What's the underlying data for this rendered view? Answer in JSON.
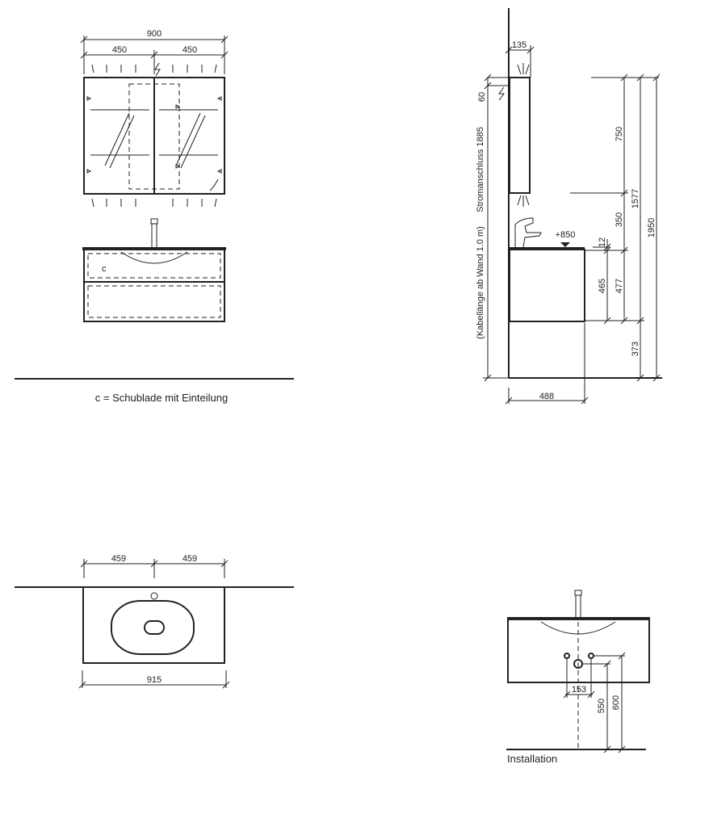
{
  "front_elevation": {
    "width_total": "900",
    "width_left": "450",
    "width_right": "450",
    "drawer_label": "c"
  },
  "legend": {
    "drawer_note": "c = Schublade mit Einteilung"
  },
  "side_elevation": {
    "cabinet_depth": "135",
    "offset_top": "60",
    "cable_note_power": "Stromanschluss 1885",
    "cable_note_length": "(Kabellänge ab Wand 1.0 m)",
    "cabinet_height": "750",
    "gap_height": "350",
    "top_thickness": "12",
    "vanity_body": "465",
    "vanity_total": "477",
    "floor_clearance": "373",
    "height_to_cabinet_bottom": "1577",
    "height_total": "1950",
    "top_level": "+850",
    "vanity_depth": "488"
  },
  "top_view": {
    "left_half": "459",
    "right_half": "459",
    "width": "915"
  },
  "installation": {
    "label": "Installation",
    "spacing": "153",
    "height_drain": "550",
    "height_supply": "600"
  }
}
